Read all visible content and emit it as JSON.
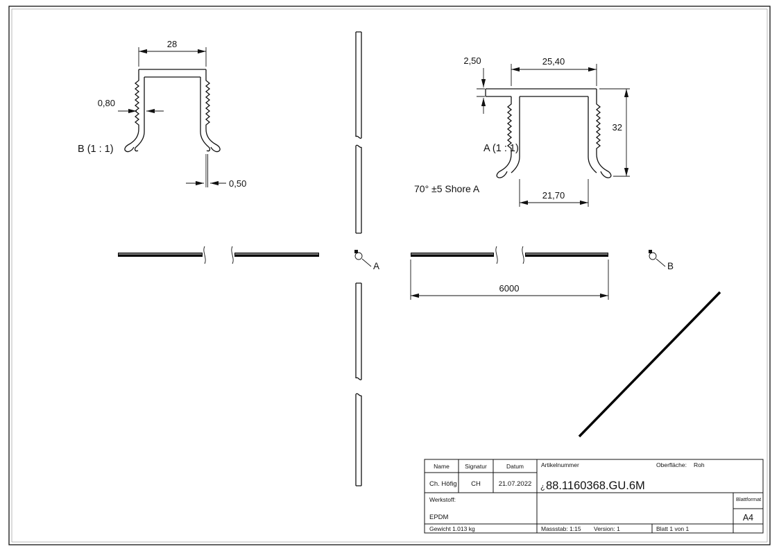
{
  "drawing": {
    "detail_b": {
      "label": "B (1 : 1)",
      "dim_width": "28",
      "dim_wall": "0,80",
      "dim_foot": "0,50"
    },
    "detail_a": {
      "label": "A (1 : 1)",
      "dim_fin": "2,50",
      "dim_width_outer": "25,40",
      "dim_height": "32",
      "dim_width_inner": "21,70",
      "note": "70° ±5 Shore A"
    },
    "length_dim": "6000",
    "section_a": "A",
    "section_b": "B"
  },
  "title_block": {
    "col_name": "Name",
    "col_signatur": "Signatur",
    "col_datum": "Datum",
    "artikelnummer_label": "Artikelnummer",
    "oberflaeche_label": "Oberfläche:",
    "oberflaeche_value": "Roh",
    "name": "Ch. Höfig",
    "signatur": "CH",
    "datum": "21.07.2022",
    "artikelnummer_prefix": "¿",
    "artikelnummer": "88.1160368.GU.6M",
    "werkstoff_label": "Werkstoff:",
    "werkstoff_value": "EPDM",
    "blattformat_label": "Blattformat",
    "blattformat_value": "A4",
    "gewicht": "Gewicht 1.013 kg",
    "massstab": "Massstab: 1:15",
    "version": "Version: 1",
    "blatt": "Blatt 1 von 1"
  }
}
